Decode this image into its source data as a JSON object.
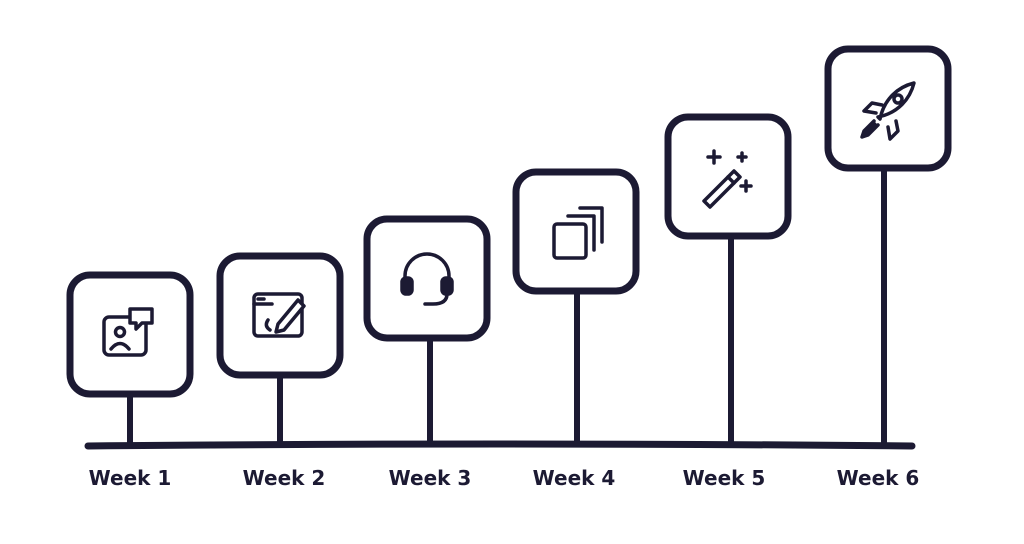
{
  "colors": {
    "ink": "#1c1a33",
    "background": "#ffffff",
    "card_fill": "#ffffff"
  },
  "milestones": [
    {
      "label": "Week 1",
      "icon": "presentation-chat-icon"
    },
    {
      "label": "Week 2",
      "icon": "edit-document-icon"
    },
    {
      "label": "Week 3",
      "icon": "headset-icon"
    },
    {
      "label": "Week 4",
      "icon": "stacked-cards-icon"
    },
    {
      "label": "Week 5",
      "icon": "magic-wand-icon"
    },
    {
      "label": "Week 6",
      "icon": "rocket-icon"
    }
  ]
}
